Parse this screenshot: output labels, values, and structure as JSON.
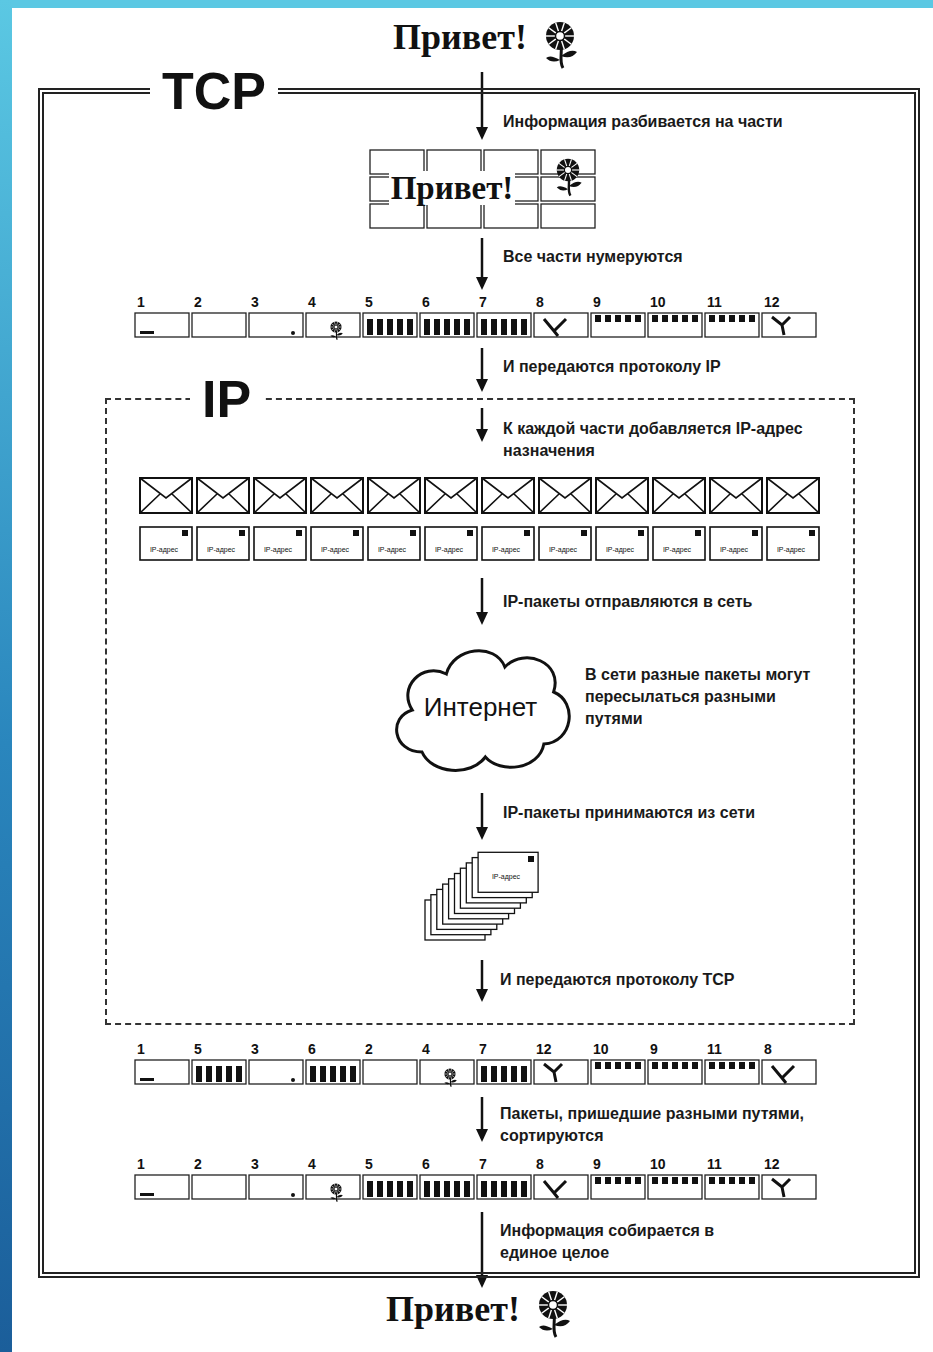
{
  "diagram": {
    "nodes": [
      {
        "text": [
          "TCP"
        ]
      },
      {
        "text": [
          "IP"
        ],
        "in": 0
      },
      {
        "text": [
          "Интернет"
        ],
        "in": 1
      }
    ],
    "labels": [
      "Привет!",
      "Информация разбивается на части",
      "Привет!",
      "1",
      "2",
      "3",
      "4",
      "5",
      "6",
      "7",
      "8",
      "9",
      "10",
      "11",
      "12",
      "Все части нумеруются",
      "И передаются протоколу IP",
      "К каждой части добавляется IP-адрес назначения",
      "IP-адрес",
      "IP-адрес",
      "IP-адрес",
      "IP-адрес",
      "IP-адрес",
      "IP-адрес",
      "IP-адрес",
      "IP-адрес",
      "IP-адрес",
      "IP-адрес",
      "IP-адрес",
      "IP-адрес",
      "IP-пакеты отправляются в сеть",
      "В сети разные пакеты могут пересылаться разными путями",
      "IP-пакеты принимаются из сети",
      "IP-адрес",
      "И передаются протоколу TCP",
      "1",
      "5",
      "3",
      "6",
      "2",
      "4",
      "7",
      "12",
      "10",
      "9",
      "11",
      "8",
      "Пакеты, пришедшие разными путями, сортируются",
      "1",
      "2",
      "3",
      "4",
      "5",
      "6",
      "7",
      "8",
      "9",
      "10",
      "11",
      "12",
      "Информация собирается в единое целое",
      "Привет!"
    ]
  }
}
